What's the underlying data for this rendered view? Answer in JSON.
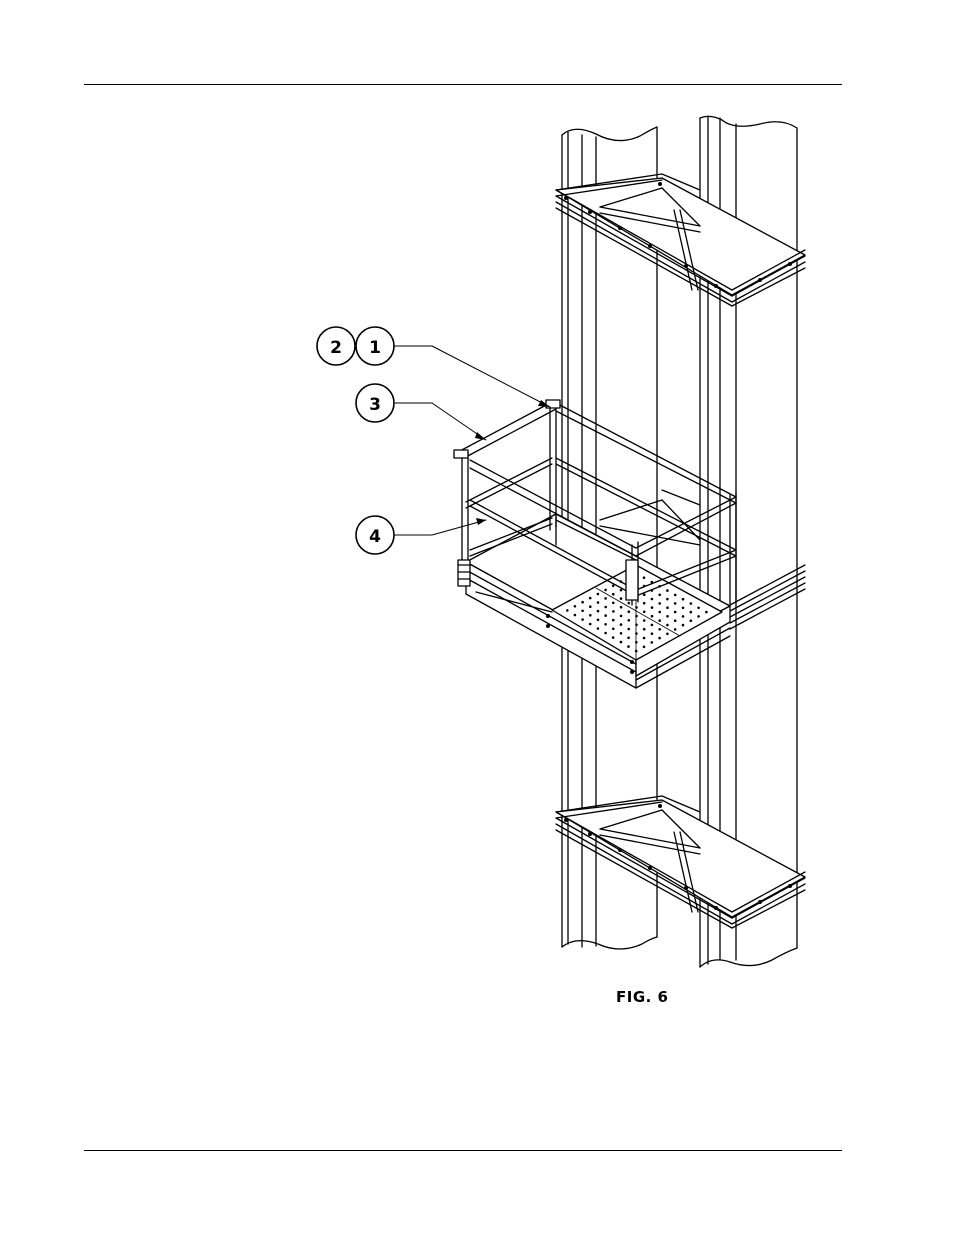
{
  "figure": {
    "caption": "FIG. 6",
    "callouts": [
      "2",
      "1",
      "3",
      "4"
    ]
  },
  "colors": {
    "ink": "#000000",
    "paper": "#ffffff"
  }
}
